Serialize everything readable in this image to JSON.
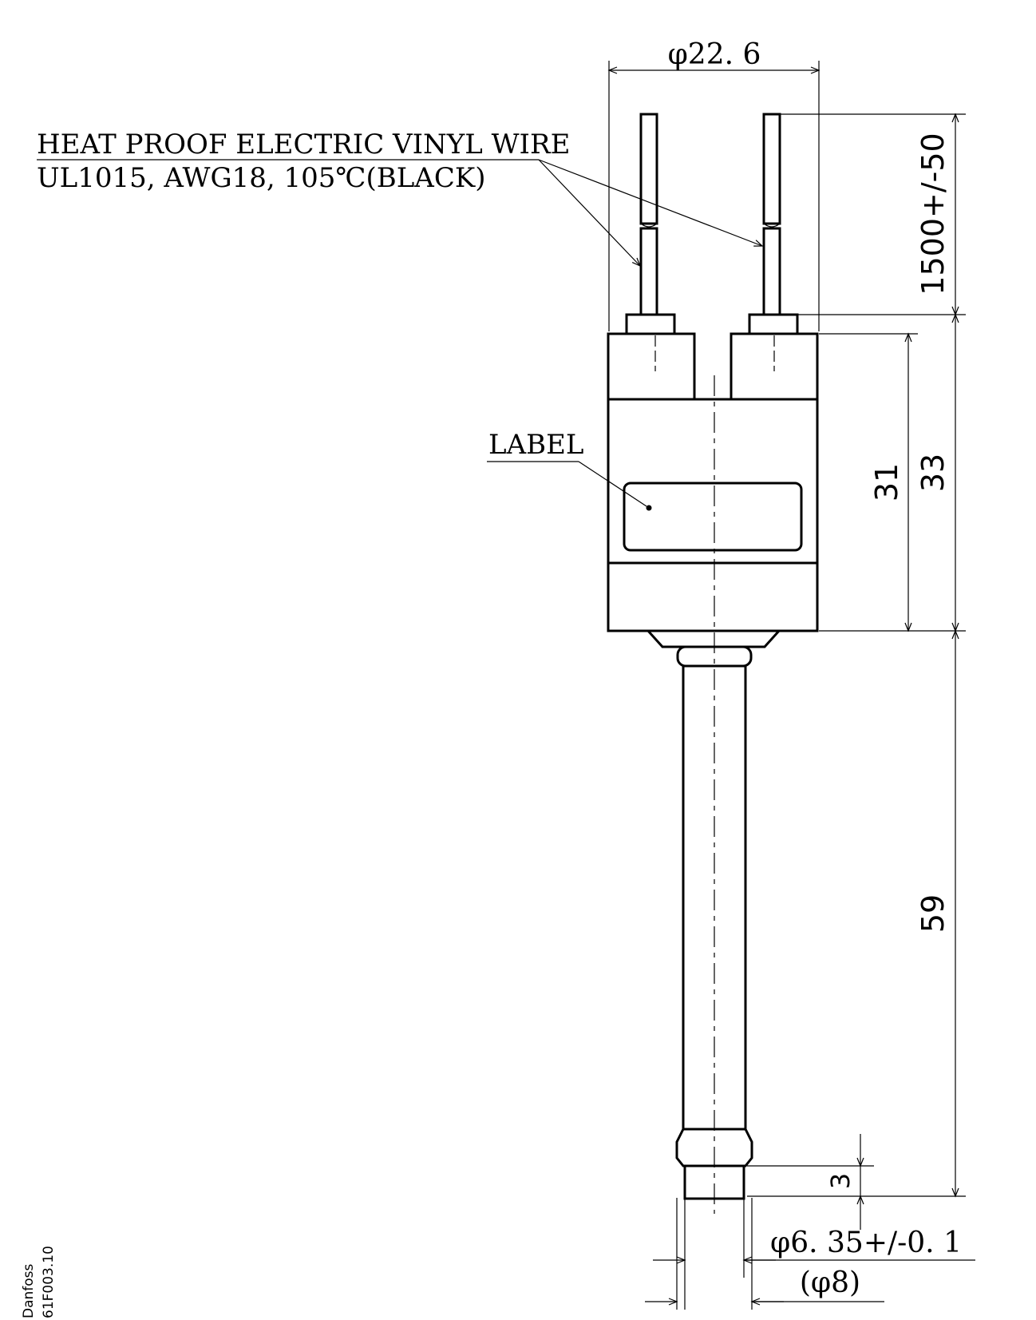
{
  "drawing": {
    "wire_note_line1": "HEAT PROOF ELECTRIC VINYL WIRE",
    "wire_note_line2": "UL1015, AWG18, 105℃(BLACK)",
    "label_note": "LABEL",
    "dim_width": "φ22. 6",
    "dim_wire_length": "1500+/-50",
    "dim_31": "31",
    "dim_33": "33",
    "dim_59": "59",
    "dim_3": "3",
    "dim_tube_dia": "φ6. 35+/-0. 1",
    "dim_outer_dia": "(φ8)"
  },
  "footer": {
    "brand": "Danfoss",
    "code": "61F003.10"
  }
}
